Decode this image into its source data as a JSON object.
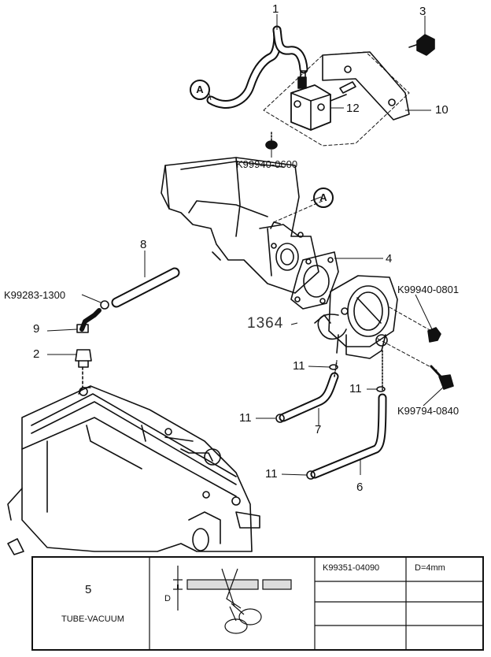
{
  "callouts": {
    "p1": "1",
    "p2": "2",
    "p3": "3",
    "p4": "4",
    "p6": "6",
    "p7": "7",
    "p8": "8",
    "p9": "9",
    "p10": "10",
    "p11a": "11",
    "p11b": "11",
    "p11c": "11",
    "p11d": "11",
    "p12": "12",
    "circle_a_top": "A",
    "circle_a_mid": "A",
    "ref_1364": "1364"
  },
  "part_numbers": {
    "pn_0600": "K99940-0600",
    "pn_1300": "K99283-1300",
    "pn_0801": "K99940-0801",
    "pn_0840": "K99794-0840"
  },
  "legend": {
    "item_number": "5",
    "item_name": "TUBE-VACUUM",
    "dimension_letter": "D",
    "rows": [
      {
        "part_no": "K99351-04090",
        "spec": "D=4mm"
      },
      {
        "part_no": "",
        "spec": ""
      },
      {
        "part_no": "",
        "spec": ""
      },
      {
        "part_no": "",
        "spec": ""
      }
    ]
  }
}
